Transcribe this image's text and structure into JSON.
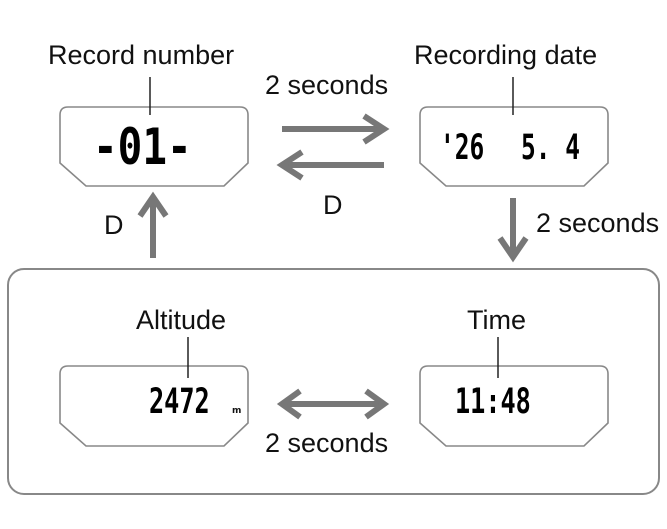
{
  "labels": {
    "record_number": "Record number",
    "recording_date": "Recording date",
    "altitude": "Altitude",
    "time": "Time"
  },
  "transitions": {
    "top_right": "2 seconds",
    "top_left": "D",
    "right_down": "2 seconds",
    "left_up": "D",
    "bottom": "2 seconds"
  },
  "displays": {
    "record_number": "-01-",
    "recording_date_year": "'26",
    "recording_date_day": "5. 4",
    "altitude_value": "2472",
    "altitude_unit": "m",
    "time_value": "11:48"
  },
  "colors": {
    "arrow": "#777777",
    "frame": "#888888",
    "leader": "#222222"
  }
}
